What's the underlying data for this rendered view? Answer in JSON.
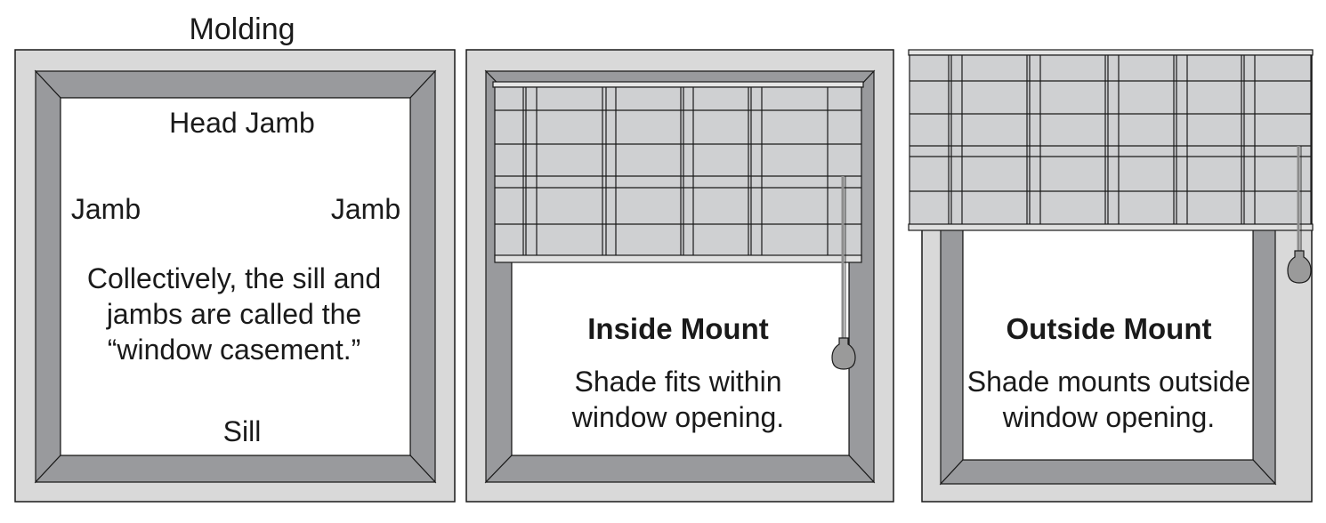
{
  "panel_left": {
    "molding_label": "Molding",
    "head_jamb_label": "Head Jamb",
    "jamb_left_label": "Jamb",
    "jamb_right_label": "Jamb",
    "note_line_1": "Collectively, the sill and",
    "note_line_2": "jambs are called the",
    "note_line_3": "“window casement.”",
    "sill_label": "Sill"
  },
  "panel_middle": {
    "title": "Inside Mount",
    "caption_line_1": "Shade fits within",
    "caption_line_2": "window opening."
  },
  "panel_right": {
    "title": "Outside Mount",
    "caption_line_1": "Shade mounts outside",
    "caption_line_2": "window opening."
  },
  "colors": {
    "molding": "#d9d9d9",
    "jamb": "#999a9d",
    "shade": "#cfd0d2",
    "outline": "#1a1a1a",
    "cord": "#8c8c8c"
  }
}
